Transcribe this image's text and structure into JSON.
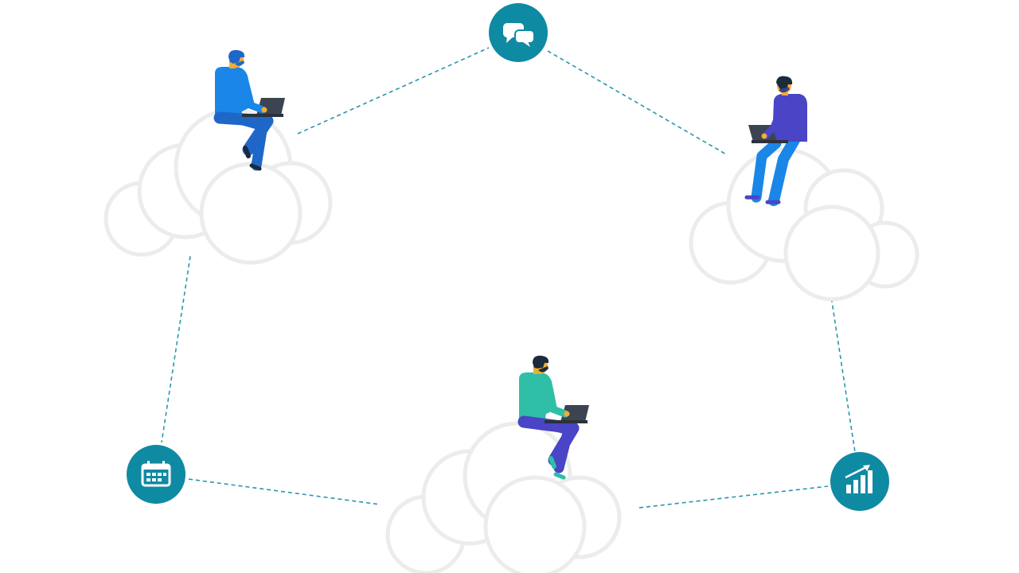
{
  "illustration": {
    "theme": "remote collaboration in the cloud",
    "colors": {
      "background": "#ffffff",
      "badge": "#0f8aa3",
      "connector": "#2796ad",
      "cloud_outline": "#ececec",
      "skin": "#f2ad33",
      "hair": "#1b2a3c",
      "laptop": "#3b4450"
    },
    "badges": [
      {
        "id": "chat",
        "icon": "chat-bubbles-icon"
      },
      {
        "id": "calendar",
        "icon": "calendar-icon"
      },
      {
        "id": "analytics",
        "icon": "bar-chart-growth-icon"
      }
    ],
    "people": [
      {
        "id": "top-left",
        "shirt": "#1a86e8",
        "pants": "#1e67c9"
      },
      {
        "id": "top-right",
        "shirt": "#4a44c6",
        "pants": "#1a86e8"
      },
      {
        "id": "bottom-center",
        "shirt": "#2fbfa6",
        "pants": "#4a44c6"
      }
    ]
  }
}
